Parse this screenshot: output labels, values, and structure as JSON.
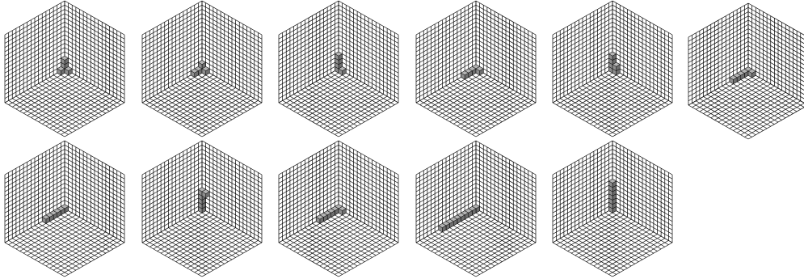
{
  "figure": {
    "grid_divisions": 16,
    "panel_count": 11,
    "colors": {
      "background": "#ffffff",
      "grid_line": "#000000",
      "cube_top": "#b4b4b4",
      "cube_left": "#8e8e8e",
      "cube_right": "#6e6e6e"
    }
  },
  "panels": [
    {
      "cubes": [
        [
          0,
          0,
          0
        ],
        [
          1,
          0,
          0
        ],
        [
          0,
          1,
          0
        ],
        [
          0,
          0,
          1
        ],
        [
          0,
          0,
          2
        ]
      ]
    },
    {
      "cubes": [
        [
          0,
          0,
          0
        ],
        [
          1,
          0,
          0
        ],
        [
          2,
          0,
          0
        ],
        [
          0,
          1,
          0
        ],
        [
          0,
          0,
          1
        ]
      ]
    },
    {
      "cubes": [
        [
          0,
          0,
          0
        ],
        [
          0,
          1,
          0
        ],
        [
          0,
          0,
          1
        ],
        [
          0,
          0,
          2
        ],
        [
          0,
          0,
          3
        ]
      ]
    },
    {
      "cubes": [
        [
          0,
          0,
          0
        ],
        [
          1,
          0,
          0
        ],
        [
          2,
          0,
          0
        ],
        [
          3,
          0,
          0
        ],
        [
          0,
          1,
          0
        ]
      ]
    },
    {
      "cubes": [
        [
          0,
          0,
          0
        ],
        [
          0,
          1,
          0
        ],
        [
          0,
          0,
          1
        ],
        [
          0,
          1,
          1
        ],
        [
          0,
          0,
          2
        ],
        [
          0,
          0,
          3
        ]
      ]
    },
    {
      "cubes": [
        [
          0,
          0,
          0
        ],
        [
          1,
          0,
          0
        ],
        [
          2,
          0,
          0
        ],
        [
          3,
          0,
          0
        ],
        [
          4,
          0,
          0
        ],
        [
          0,
          1,
          0
        ]
      ]
    },
    {
      "cubes": [
        [
          0,
          0,
          0
        ],
        [
          1,
          0,
          0
        ],
        [
          2,
          0,
          0
        ],
        [
          3,
          0,
          0
        ],
        [
          4,
          0,
          0
        ],
        [
          5,
          0,
          0
        ]
      ]
    },
    {
      "cubes": [
        [
          0,
          0,
          0
        ],
        [
          0,
          0,
          1
        ],
        [
          0,
          0,
          2
        ],
        [
          0,
          0,
          3
        ],
        [
          0,
          0,
          4
        ],
        [
          0,
          1,
          4
        ]
      ]
    },
    {
      "cubes": [
        [
          0,
          0,
          0
        ],
        [
          1,
          0,
          0
        ],
        [
          2,
          0,
          0
        ],
        [
          3,
          0,
          0
        ],
        [
          4,
          0,
          0
        ],
        [
          5,
          0,
          0
        ],
        [
          0,
          1,
          0
        ]
      ]
    },
    {
      "cubes": [
        [
          0,
          0,
          0
        ],
        [
          1,
          0,
          0
        ],
        [
          2,
          0,
          0
        ],
        [
          3,
          0,
          0
        ],
        [
          4,
          0,
          0
        ],
        [
          5,
          0,
          0
        ],
        [
          6,
          0,
          0
        ],
        [
          7,
          0,
          0
        ],
        [
          8,
          0,
          0
        ],
        [
          9,
          0,
          0
        ]
      ]
    },
    {
      "cubes": [
        [
          0,
          0,
          0
        ],
        [
          0,
          0,
          1
        ],
        [
          0,
          0,
          2
        ],
        [
          0,
          0,
          3
        ],
        [
          0,
          0,
          4
        ],
        [
          0,
          0,
          5
        ],
        [
          0,
          0,
          6
        ]
      ]
    }
  ]
}
